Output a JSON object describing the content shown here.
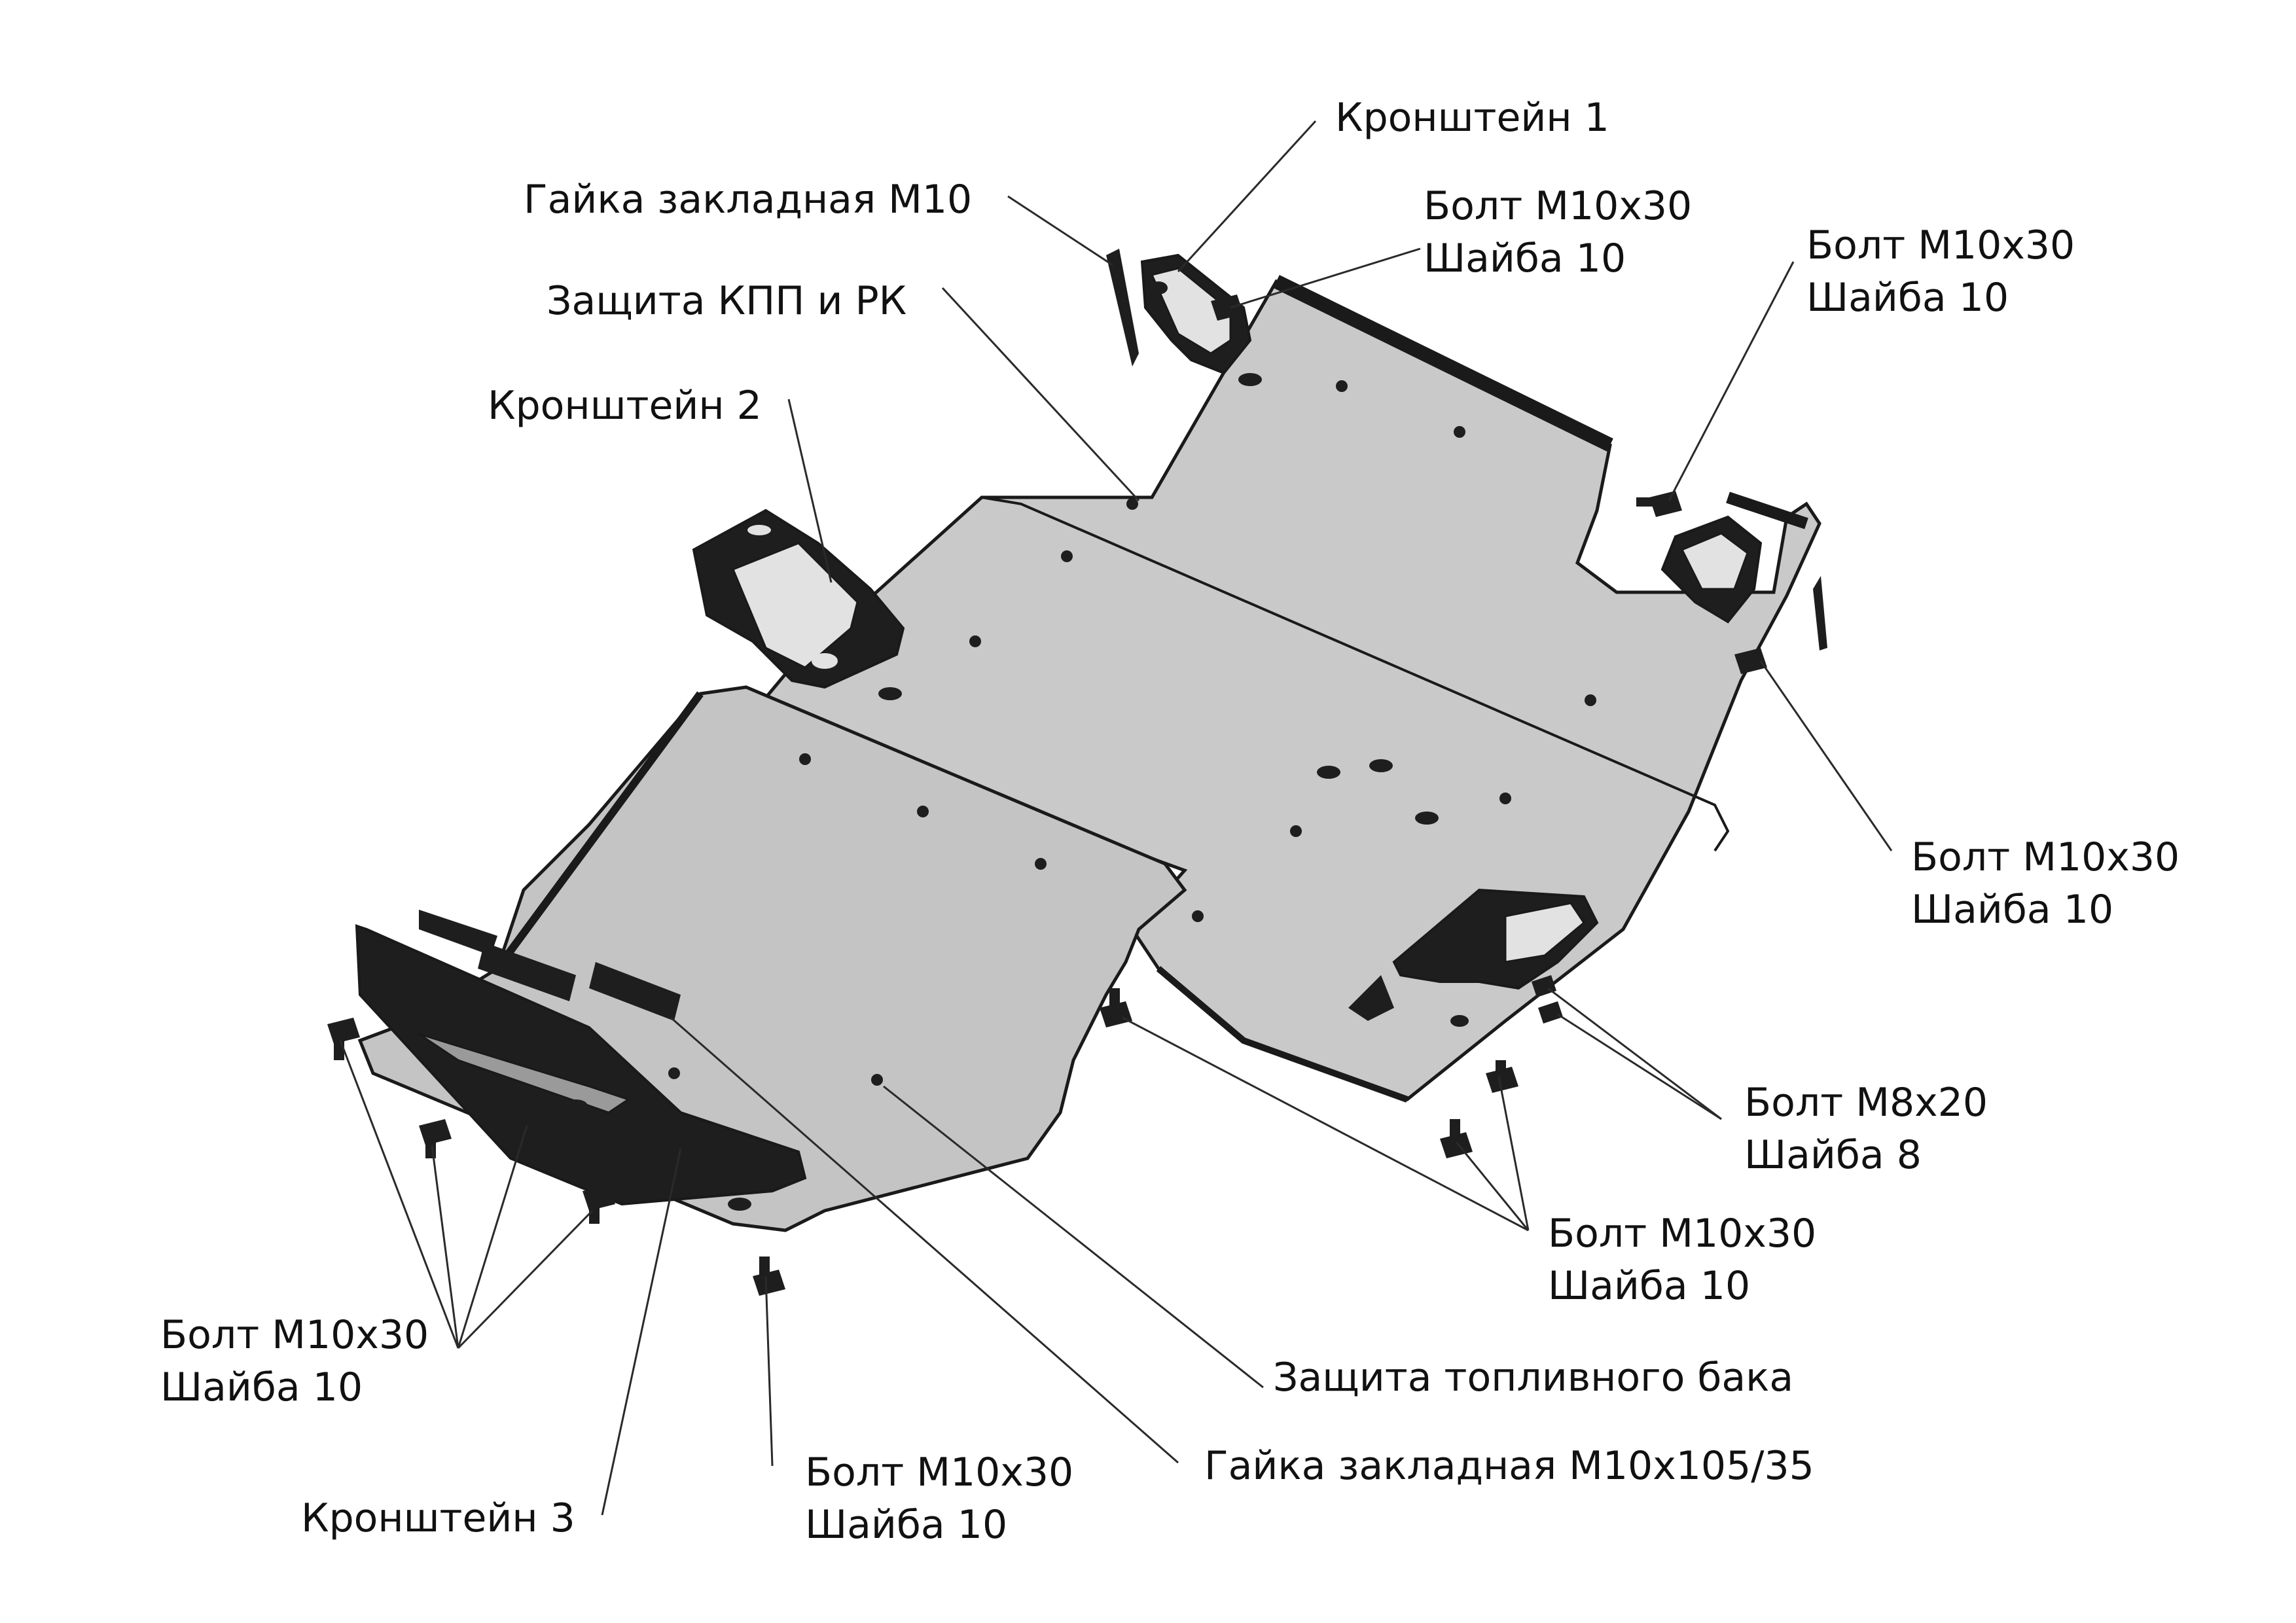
{
  "colors": {
    "plate_fill": "#c9c9c9",
    "plate_shade": "#bdbdbd",
    "plate_edge": "#1a1a1a",
    "bracket_dark": "#1e1e1e",
    "bracket_light": "#e2e2e2",
    "leader": "#2a2a2a",
    "text": "#111111"
  },
  "labels": {
    "bracket_1": "Кронштейн 1",
    "insert_nut_m10": "Гайка закладная М10",
    "bolt_top_center": {
      "bolt": "Болт М10х30",
      "washer": "Шайба 10"
    },
    "bolt_top_right": {
      "bolt": "Болт М10х30",
      "washer": "Шайба 10"
    },
    "gearbox_guard": "Защита КПП и РК",
    "bracket_2": "Кронштейн 2",
    "bolt_right": {
      "bolt": "Болт М10х30",
      "washer": "Шайба 10"
    },
    "bolt_m8": {
      "bolt": "Болт М8х20",
      "washer": "Шайба 8"
    },
    "bolt_bottom_right": {
      "bolt": "Болт М10х30",
      "washer": "Шайба 10"
    },
    "fuel_tank_guard": "Защита топливного бака",
    "insert_nut_long": "Гайка закладная М10х105/35",
    "bolt_bottom_left": {
      "bolt": "Болт М10х30",
      "washer": "Шайба 10"
    },
    "bolt_bottom_center": {
      "bolt": "Болт М10х30",
      "washer": "Шайба 10"
    },
    "bracket_3": "Кронштейн 3"
  }
}
